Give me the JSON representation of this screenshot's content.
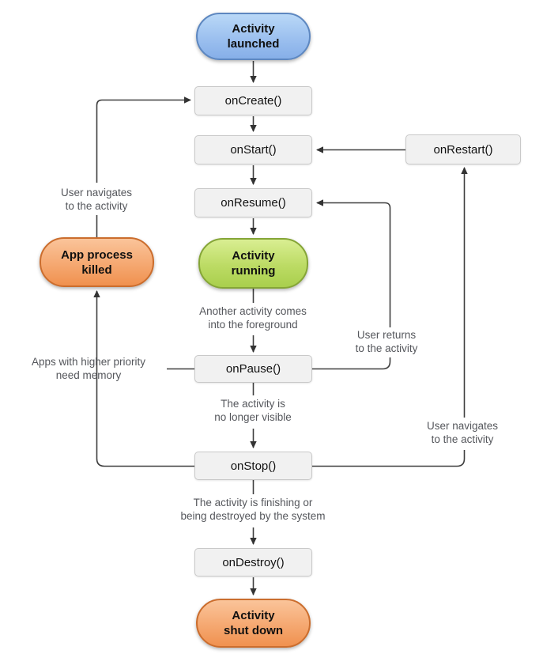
{
  "diagram_title": "Android activity lifecycle flowchart",
  "colors": {
    "terminal_start": "#9cc0ef",
    "terminal_start_border": "#5d87c0",
    "running_fill": "#bcdb64",
    "running_border": "#85a537",
    "terminal_end_fill": "#f5a871",
    "terminal_end_border": "#cb6d2d",
    "callback_fill": "#f1f1f1",
    "callback_border": "#c9c9c9",
    "edge_stroke": "#3f3f3f",
    "annotation_text": "#55575c",
    "background": "#ffffff"
  },
  "nodes": {
    "activity_launched": {
      "label": "Activity\nlaunched",
      "kind": "terminal-blue"
    },
    "on_create": {
      "label": "onCreate()",
      "kind": "callback"
    },
    "on_start": {
      "label": "onStart()",
      "kind": "callback"
    },
    "on_restart": {
      "label": "onRestart()",
      "kind": "callback"
    },
    "on_resume": {
      "label": "onResume()",
      "kind": "callback"
    },
    "activity_running": {
      "label": "Activity\nrunning",
      "kind": "state-green"
    },
    "on_pause": {
      "label": "onPause()",
      "kind": "callback"
    },
    "on_stop": {
      "label": "onStop()",
      "kind": "callback"
    },
    "on_destroy": {
      "label": "onDestroy()",
      "kind": "callback"
    },
    "activity_shut_down": {
      "label": "Activity\nshut down",
      "kind": "terminal-orange"
    },
    "app_process_killed": {
      "label": "App process\nkilled",
      "kind": "terminal-orange"
    }
  },
  "annotations": {
    "user_navigates_left": "User navigates\nto the activity",
    "apps_need_memory": "Apps with higher priority\nneed memory",
    "another_activity": "Another activity comes\ninto the foreground",
    "user_returns": "User returns\nto the activity",
    "no_longer_visible": "The activity is\nno longer visible",
    "user_navigates_right": "User navigates\nto the activity",
    "activity_finishing": "The activity is finishing or\nbeing destroyed by the system"
  },
  "edges": [
    {
      "from": "activity_launched",
      "to": "on_create"
    },
    {
      "from": "on_create",
      "to": "on_start"
    },
    {
      "from": "on_start",
      "to": "on_resume"
    },
    {
      "from": "on_resume",
      "to": "activity_running"
    },
    {
      "from": "activity_running",
      "to": "on_pause",
      "label": "Another activity comes\ninto the foreground"
    },
    {
      "from": "on_pause",
      "to": "on_resume",
      "label": "User returns\nto the activity"
    },
    {
      "from": "on_pause",
      "to": "on_stop",
      "label": "The activity is\nno longer visible"
    },
    {
      "from": "on_pause",
      "to": "app_process_killed",
      "label": "Apps with higher priority\nneed memory"
    },
    {
      "from": "on_stop",
      "to": "app_process_killed",
      "label": "Apps with higher priority\nneed memory"
    },
    {
      "from": "on_stop",
      "to": "on_restart",
      "label": "User navigates\nto the activity"
    },
    {
      "from": "on_restart",
      "to": "on_start"
    },
    {
      "from": "app_process_killed",
      "to": "on_create",
      "label": "User navigates\nto the activity"
    },
    {
      "from": "on_stop",
      "to": "on_destroy",
      "label": "The activity is finishing or\nbeing destroyed by the system"
    },
    {
      "from": "on_destroy",
      "to": "activity_shut_down"
    }
  ]
}
